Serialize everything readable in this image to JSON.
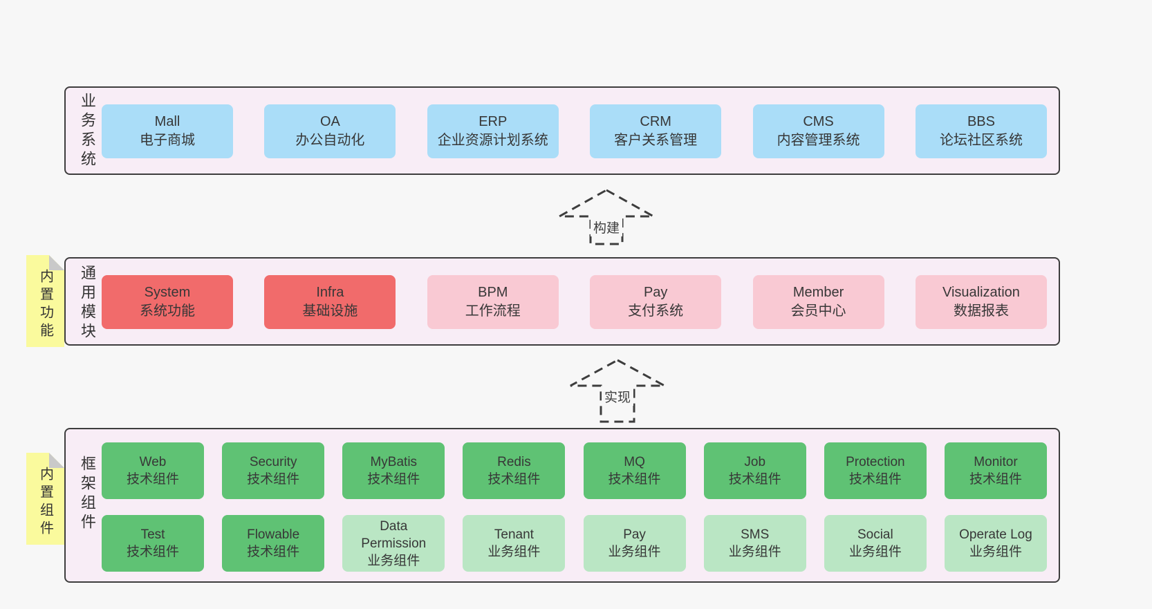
{
  "colors": {
    "page_background": "#f7f7f7",
    "container_fill": "#f8edf6",
    "container_border": "#3d3d3d",
    "business_box": "#aaddf8",
    "core_module_box": "#f16b6b",
    "optional_module_box": "#f9c9d3",
    "tech_component_box": "#5fc274",
    "biz_component_box": "#bae6c4",
    "sticky_note": "#fafa9d",
    "sticky_fold": "#c9c9c9",
    "text": "#373737"
  },
  "arrows": [
    {
      "label": "构建"
    },
    {
      "label": "实现"
    }
  ],
  "layers": [
    {
      "label": "业务系统",
      "sticky": null,
      "boxes": [
        {
          "title": "Mall",
          "subtitle": "电子商城"
        },
        {
          "title": "OA",
          "subtitle": "办公自动化"
        },
        {
          "title": "ERP",
          "subtitle": "企业资源计划系统"
        },
        {
          "title": "CRM",
          "subtitle": "客户关系管理"
        },
        {
          "title": "CMS",
          "subtitle": "内容管理系统"
        },
        {
          "title": "BBS",
          "subtitle": "论坛社区系统"
        }
      ]
    },
    {
      "label": "通用模块",
      "sticky": "内置功能",
      "boxes": [
        {
          "title": "System",
          "subtitle": "系统功能"
        },
        {
          "title": "Infra",
          "subtitle": "基础设施"
        },
        {
          "title": "BPM",
          "subtitle": "工作流程"
        },
        {
          "title": "Pay",
          "subtitle": "支付系统"
        },
        {
          "title": "Member",
          "subtitle": "会员中心"
        },
        {
          "title": "Visualization",
          "subtitle": "数据报表"
        }
      ]
    },
    {
      "label": "框架组件",
      "sticky": "内置组件",
      "rows": [
        [
          {
            "title": "Web",
            "subtitle": "技术组件"
          },
          {
            "title": "Security",
            "subtitle": "技术组件"
          },
          {
            "title": "MyBatis",
            "subtitle": "技术组件"
          },
          {
            "title": "Redis",
            "subtitle": "技术组件"
          },
          {
            "title": "MQ",
            "subtitle": "技术组件"
          },
          {
            "title": "Job",
            "subtitle": "技术组件"
          },
          {
            "title": "Protection",
            "subtitle": "技术组件"
          },
          {
            "title": "Monitor",
            "subtitle": "技术组件"
          }
        ],
        [
          {
            "title": "Test",
            "subtitle": "技术组件"
          },
          {
            "title": "Flowable",
            "subtitle": "技术组件"
          },
          {
            "title": "Data Permission",
            "subtitle": "业务组件"
          },
          {
            "title": "Tenant",
            "subtitle": "业务组件"
          },
          {
            "title": "Pay",
            "subtitle": "业务组件"
          },
          {
            "title": "SMS",
            "subtitle": "业务组件"
          },
          {
            "title": "Social",
            "subtitle": "业务组件"
          },
          {
            "title": "Operate Log",
            "subtitle": "业务组件"
          }
        ]
      ]
    }
  ]
}
